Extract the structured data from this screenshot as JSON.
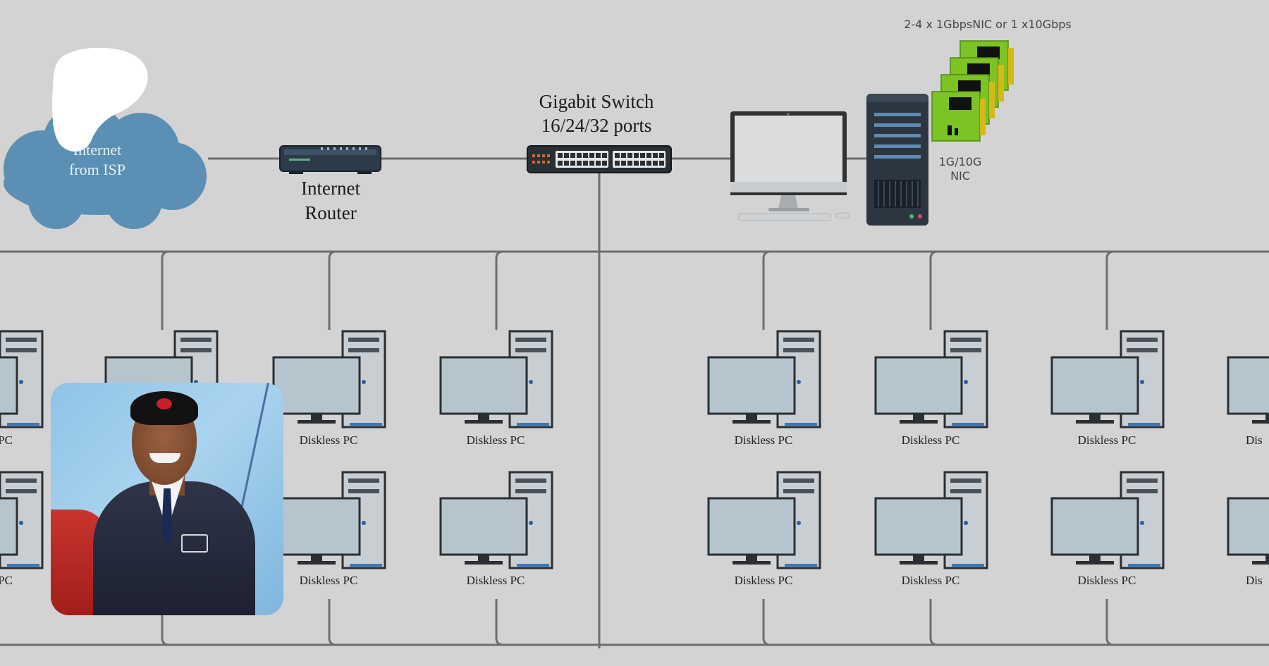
{
  "labels": {
    "internet_line1": "Internet",
    "internet_line2": "from ISP",
    "router_line1": "Internet",
    "router_line2": "Router",
    "switch_line1": "Gigabit Switch",
    "switch_line2": "16/24/32 ports",
    "nic_caption": "2-4 x 1GbpsNIC or 1 x10Gbps",
    "nic_line1": "1G/10G",
    "nic_line2": "NIC"
  },
  "clients": [
    {
      "label": "PC"
    },
    {
      "label": "Diskless PC"
    },
    {
      "label": "Diskless PC"
    },
    {
      "label": "Diskless PC"
    },
    {
      "label": "Diskless PC"
    },
    {
      "label": "Diskless PC"
    },
    {
      "label": "Dis"
    },
    {
      "label": "PC"
    },
    {
      "label": "Diskless PC"
    },
    {
      "label": "Diskless PC"
    },
    {
      "label": "Diskless PC"
    },
    {
      "label": "Diskless PC"
    },
    {
      "label": "Diskless PC"
    },
    {
      "label": "Dis"
    }
  ],
  "colors": {
    "background": "#d3d3d3",
    "cloud": "#5b8fb3",
    "monitor_screen": "#b6c5cd",
    "tower": "#c9ced2",
    "server_dark": "#2c3640",
    "nic_green": "#7cc324",
    "nic_gold": "#d6b81b",
    "line": "#6e6e6e"
  }
}
